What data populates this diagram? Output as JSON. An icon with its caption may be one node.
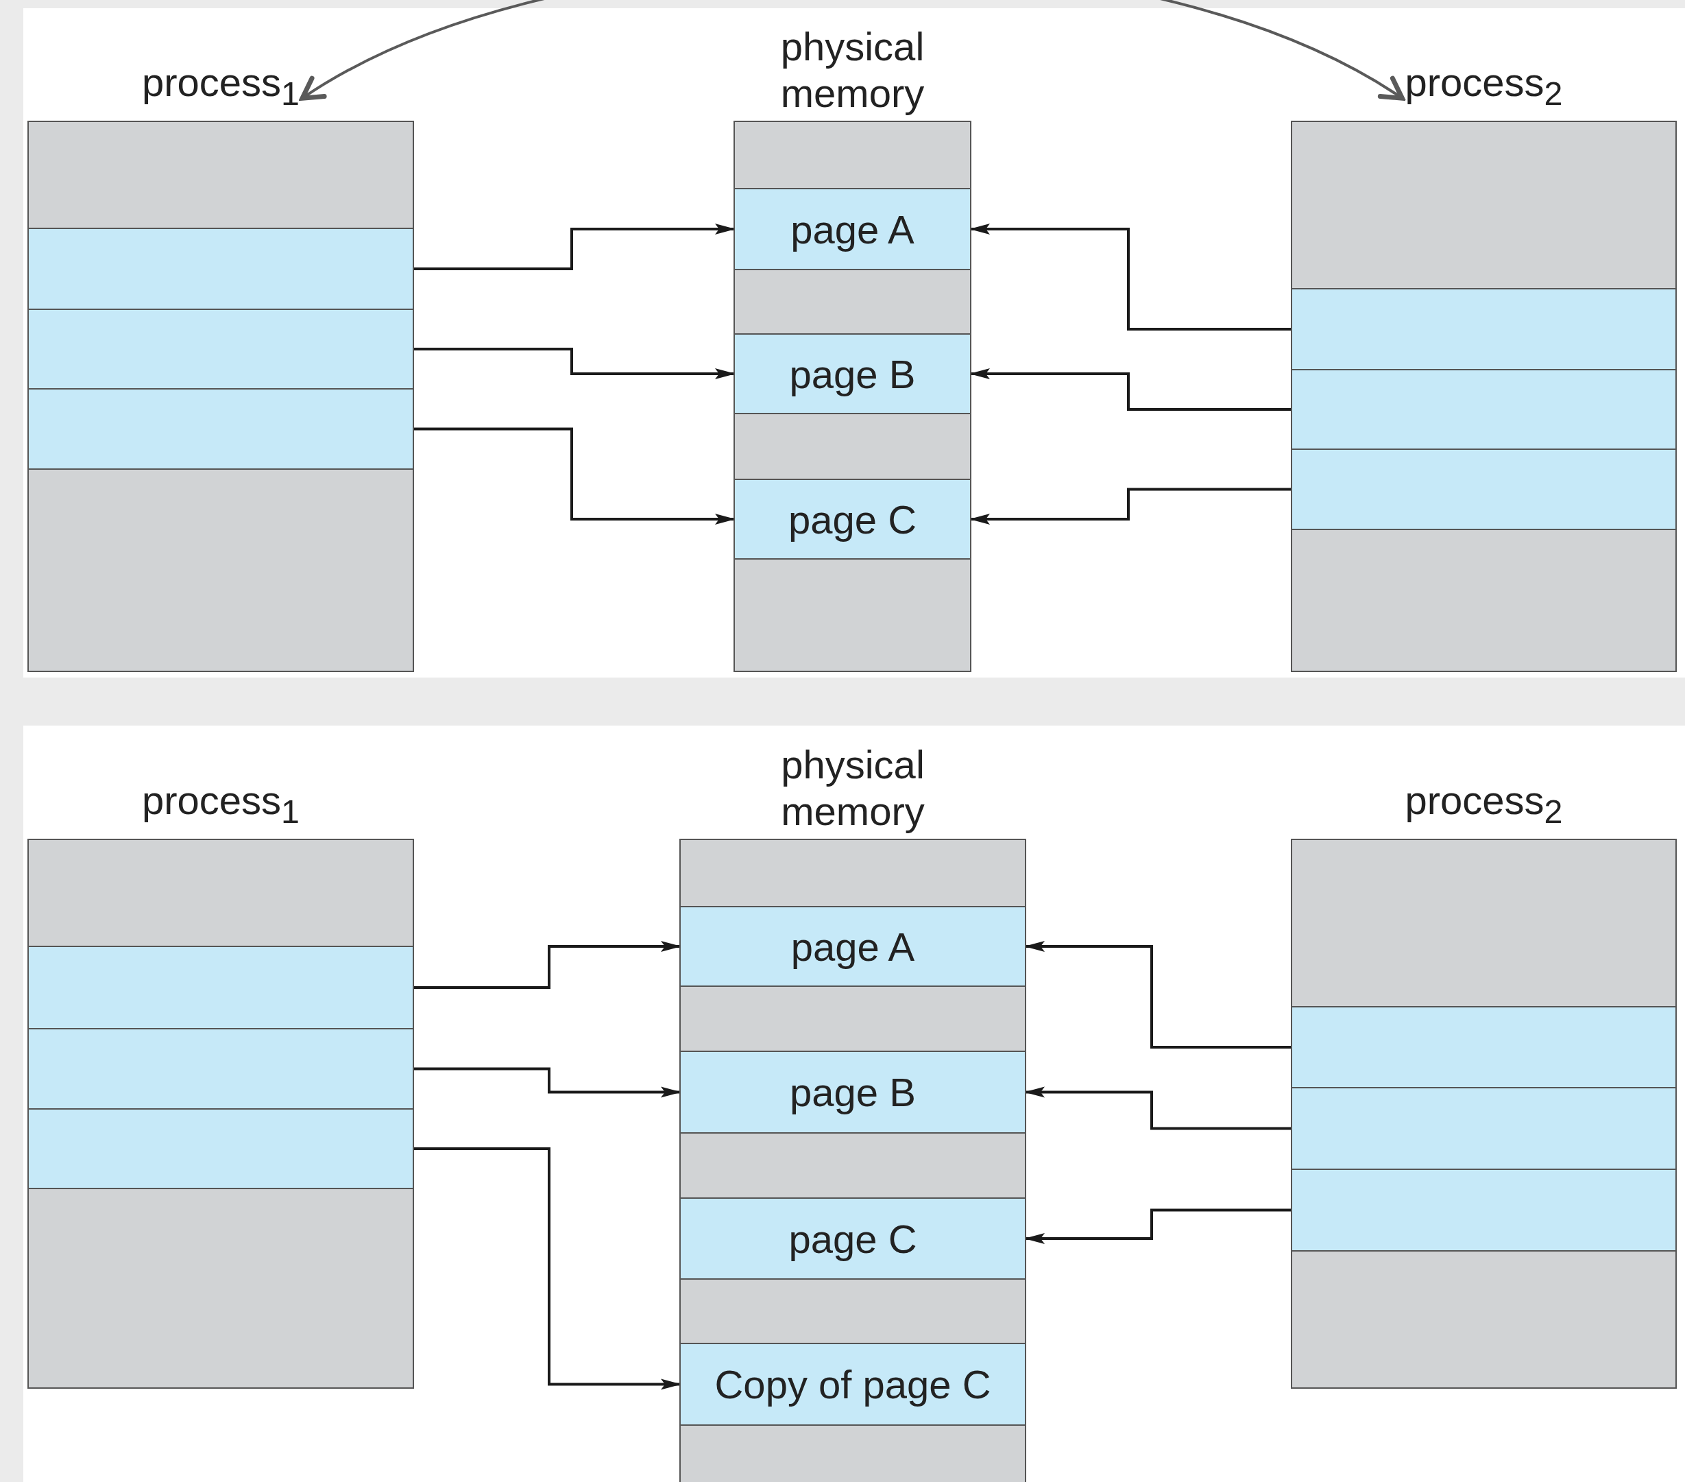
{
  "diagram": {
    "nodes": [
      {
        "text": [
          "process$_{1}$"
        ]
      },
      {
        "text": [],
        "shape": "box",
        "in": 0
      },
      {
        "text": [],
        "shape": "box",
        "in": 0
      },
      {
        "text": [],
        "shape": "box",
        "in": 0
      },
      {
        "text": [
          "physical memory"
        ]
      },
      {
        "text": [
          "page A"
        ],
        "in": 4
      },
      {
        "text": [
          "page B"
        ],
        "in": 4
      },
      {
        "text": [
          "page C"
        ],
        "in": 4
      },
      {
        "text": [
          "process$_{2}$"
        ]
      },
      {
        "text": [],
        "shape": "box",
        "in": 8
      },
      {
        "text": [],
        "shape": "box",
        "in": 8
      },
      {
        "text": [],
        "shape": "box",
        "in": 8
      },
      {
        "text": [
          "process$_{1}$"
        ]
      },
      {
        "text": [],
        "shape": "box",
        "in": 12
      },
      {
        "text": [],
        "shape": "box",
        "in": 12
      },
      {
        "text": [],
        "shape": "box",
        "in": 12
      },
      {
        "text": [
          "physical memory"
        ]
      },
      {
        "text": [
          "page A"
        ],
        "in": 16
      },
      {
        "text": [
          "page B"
        ],
        "in": 16
      },
      {
        "text": [
          "page C"
        ],
        "in": 16
      },
      {
        "text": [
          "Copy of page C"
        ],
        "in": 16
      },
      {
        "text": [
          "process$_{2}$"
        ]
      },
      {
        "text": [],
        "shape": "box",
        "in": 21
      },
      {
        "text": [],
        "shape": "box",
        "in": 21
      },
      {
        "text": [],
        "shape": "box",
        "in": 21
      }
    ],
    "edges": [
      {
        "from": 0,
        "to": 8,
        "arrow": "both",
        "color": "#5a5a5a"
      },
      {
        "from": 1,
        "to": 5,
        "arrow": "to"
      },
      {
        "from": 2,
        "to": 6,
        "arrow": "to"
      },
      {
        "from": 3,
        "to": 7,
        "arrow": "to"
      },
      {
        "from": 9,
        "to": 5,
        "arrow": "to"
      },
      {
        "from": 10,
        "to": 6,
        "arrow": "to"
      },
      {
        "from": 11,
        "to": 7,
        "arrow": "to"
      },
      {
        "from": 13,
        "to": 17,
        "arrow": "to"
      },
      {
        "from": 14,
        "to": 18,
        "arrow": "to"
      },
      {
        "from": 15,
        "to": 20,
        "arrow": "to"
      },
      {
        "from": 22,
        "to": 17,
        "arrow": "to"
      },
      {
        "from": 23,
        "to": 18,
        "arrow": "to"
      },
      {
        "from": 24,
        "to": 19,
        "arrow": "to"
      }
    ]
  }
}
